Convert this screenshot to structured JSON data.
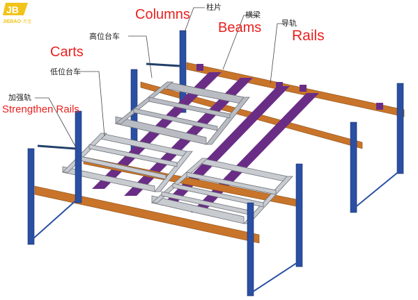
{
  "logo": {
    "mark": "JB",
    "brand": "JIEBAO",
    "tagline": "杰宝"
  },
  "labels": {
    "columns_en": "Columns",
    "columns_cn": "柱片",
    "beams_en": "Beams",
    "beams_cn": "横梁",
    "rails_en": "Rails",
    "rails_cn": "导轨",
    "carts_en": "Carts",
    "high_cart_cn": "高位台车",
    "low_cart_cn": "低位台车",
    "strengthen_cn": "加强轨",
    "strengthen_en": "Strengthen Rails"
  },
  "colors": {
    "column": "#2a4fa3",
    "beam": "#c8742a",
    "rail": "#6a2d86",
    "cart": "#b9bcc2",
    "label_en": "#e8211f",
    "label_cn": "#222222",
    "logo": "#f2c318"
  }
}
